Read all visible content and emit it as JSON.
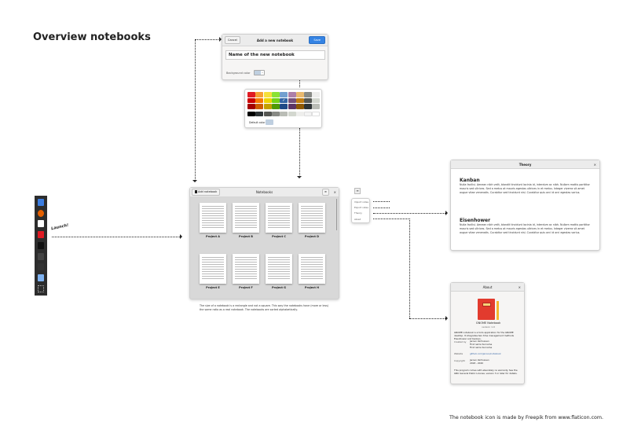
{
  "page_title": "Overview notebooks",
  "add_dialog": {
    "title": "Add a new notebook",
    "cancel": "Cancel",
    "save": "Save",
    "name_value": "Name of the new notebook",
    "bg_label": "Background color"
  },
  "color_popover": {
    "default_label": "Default color",
    "rows": [
      [
        "#e01b24",
        "#f6a033",
        "#f6e03b",
        "#8ae234",
        "#729fcf",
        "#ad7fa8",
        "#e9b96e",
        "#888a85",
        "#eeeeec"
      ],
      [
        "#cc0000",
        "#f57900",
        "#edd400",
        "#73d216",
        "#3465a4",
        "#75507b",
        "#c17d11",
        "#555753",
        "#d3d7cf"
      ],
      [
        "#a40000",
        "#ce5c00",
        "#c4a000",
        "#4e9a06",
        "#204a87",
        "#5c3566",
        "#8f5902",
        "#2e3436",
        "#babdb6"
      ],
      [
        "#000000",
        "#2e3436",
        "#555753",
        "#888a85",
        "#babdb6",
        "#d3d7cf",
        "#eeeeec",
        "#f3f3f3",
        "#ffffff"
      ]
    ]
  },
  "dock": {
    "items": [
      "text-editor-icon",
      "firefox-icon",
      "document-icon",
      "notebook-icon",
      "steam-icon",
      "scanner-icon",
      "terminal-icon",
      "software-icon",
      "apps-grid-icon"
    ]
  },
  "launch_label": "Launch!",
  "notebooks_window": {
    "add_button": "Add notebook",
    "title": "Notebooks",
    "close": "×",
    "items": [
      "Project A",
      "Project B",
      "Project C",
      "Project D",
      "Project E",
      "Project F",
      "Project G",
      "Project H"
    ]
  },
  "caption": "The size of a notebook is a rectangle and not a square. This way the notebooks have (more or less) the same ratio as a real notebook. The notebooks are sorted alphabetically.",
  "menu": {
    "items": [
      "Import notes",
      "Export notes",
      "Theory",
      "About"
    ]
  },
  "theory": {
    "title": "Theory",
    "close": "×",
    "sections": [
      {
        "heading": "Kanban",
        "body": "Nulla facilisi. Aenean nibh velit, blandit tincidunt lacinia id, interdum ac nibh. Nullam mattis porttitor mauris sed ultrices. Sed a metus at mauris egestas ultrices in et metus. Integer viverra sit amet augue vitae venenatis. Curabitur sed tincidunt nisl. Curabitur quis orci id orci egestas varius."
      },
      {
        "heading": "Eisenhower",
        "body": "Nulla facilisi. Aenean nibh velit, blandit tincidunt lacinia id, interdum ac nibh. Nullam mattis porttitor mauris sed ultrices. Sed a metus at mauris egestas ultrices in et metus. Integer viverra sit amet augue vitae venenatis. Curabitur sed tincidunt nisl. Curabitur quis orci id orci egestas varius."
      }
    ]
  },
  "about": {
    "title": "About",
    "close": "×",
    "app_name": "GNOME Notebook",
    "version": "version 1.0",
    "description": "GNOME notebook is a todo application for the GNOME desktop. It integrates two time management methods Eisenhower and Kanban.",
    "created_label": "Created by",
    "created": [
      "Jeroen Verhoeven",
      "First name Surname",
      "First name Surname"
    ],
    "website_label": "Website",
    "website": "github.com/jeroen/notebook",
    "copyright_label": "Copyright",
    "copyright": [
      "Jeroen Verhoeven",
      "2018 - 2020"
    ],
    "license": "This program comes with absolutely no warranty. See the GNU General Public License, version 3 or later for details."
  },
  "footer": "The notebook icon is made by Freepik from www.flaticon.com.",
  "colors": {
    "accent": "#3584e4",
    "selected_swatch": "#bfcfe0"
  }
}
